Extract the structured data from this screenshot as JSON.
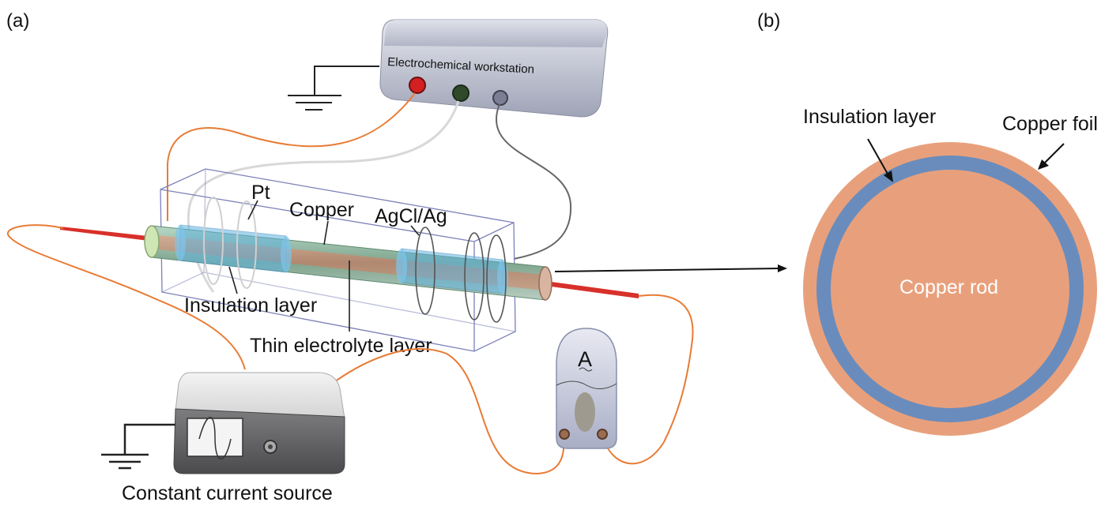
{
  "panels": {
    "a": "(a)",
    "b": "(b)"
  },
  "labels": {
    "workstation": "Electrochemical workstation",
    "pt": "Pt",
    "copper": "Copper",
    "agcl": "AgCl/Ag",
    "insulation_a": "Insulation layer",
    "electrolyte": "Thin electrolyte layer",
    "current_source": "Constant current source",
    "ammeter": "A",
    "insulation_b": "Insulation layer",
    "copper_foil": "Copper foil",
    "copper_rod": "Copper rod"
  },
  "colors": {
    "copper": "#e8a07c",
    "insulation": "#6a8cbc",
    "wire_orange": "#e87b35",
    "rod_red": "#d8302a",
    "glass_blue": "#5fb3e0",
    "device_gray": "#b9bccb"
  }
}
